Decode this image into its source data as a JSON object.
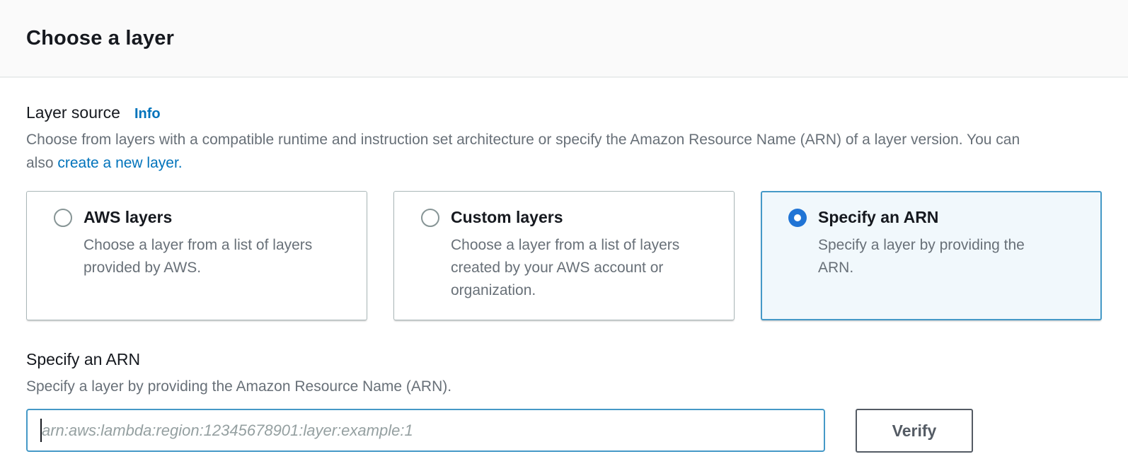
{
  "colors": {
    "accent_blue_link": "#0073bb",
    "radio_selected_fill": "#2074d5",
    "selected_card_border": "#4599c7",
    "selected_card_bg": "#f1f8fc",
    "header_band_bg": "#fafafa",
    "muted_text": "#687078",
    "dark_text": "#16191f",
    "button_border": "#545b64"
  },
  "header": {
    "title": "Choose a layer"
  },
  "layer_source": {
    "label": "Layer source",
    "info_link": "Info",
    "description_before_link": "Choose from layers with a compatible runtime and instruction set architecture or specify the Amazon Resource Name (ARN) of a layer version. You can also ",
    "link_text": "create a new layer."
  },
  "options": [
    {
      "label": "AWS layers",
      "description": "Choose a layer from a list of layers provided by AWS.",
      "selected": false
    },
    {
      "label": "Custom layers",
      "description": "Choose a layer from a list of layers created by your AWS account or organization.",
      "selected": false
    },
    {
      "label": "Specify an ARN",
      "description": "Specify a layer by providing the ARN.",
      "selected": true
    }
  ],
  "arn_section": {
    "title": "Specify an ARN",
    "description": "Specify a layer by providing the Amazon Resource Name (ARN).",
    "input_value": "",
    "input_placeholder": "arn:aws:lambda:region:12345678901:layer:example:1",
    "verify_button_label": "Verify"
  }
}
